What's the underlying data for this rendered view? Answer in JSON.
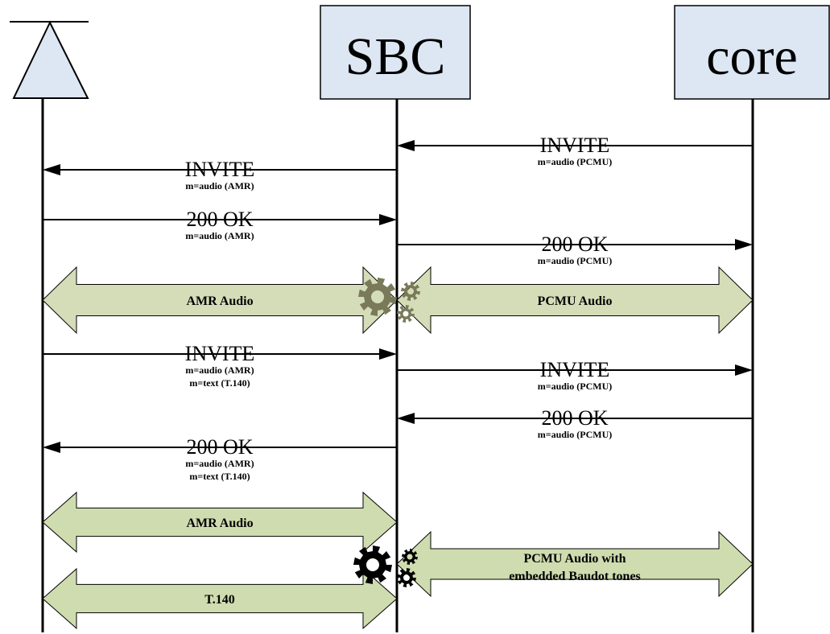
{
  "entities": {
    "ue_label": "",
    "sbc_label": "SBC",
    "core_label": "core"
  },
  "messages": [
    {
      "label": "INVITE",
      "sub1": "m=audio (PCMU)",
      "sub2": ""
    },
    {
      "label": "INVITE",
      "sub1": "m=audio (AMR)",
      "sub2": ""
    },
    {
      "label": "200 OK",
      "sub1": "m=audio (AMR)",
      "sub2": ""
    },
    {
      "label": "200 OK",
      "sub1": "m=audio (PCMU)",
      "sub2": ""
    },
    {
      "label": "INVITE",
      "sub1": "m=audio (AMR)",
      "sub2": "m=text (T.140)"
    },
    {
      "label": "INVITE",
      "sub1": "m=audio (PCMU)",
      "sub2": ""
    },
    {
      "label": "200 OK",
      "sub1": "m=audio (PCMU)",
      "sub2": ""
    },
    {
      "label": "200 OK",
      "sub1": "m=audio (AMR)",
      "sub2": "m=text (T.140)"
    }
  ],
  "streams": [
    {
      "line1": "AMR Audio",
      "line2": "",
      "color": "#d5ddb8"
    },
    {
      "line1": "PCMU Audio",
      "line2": "",
      "color": "#d5ddb8"
    },
    {
      "line1": "AMR Audio",
      "line2": "",
      "color": "#cfdcaf"
    },
    {
      "line1": "PCMU Audio with",
      "line2": "embedded Baudot tones",
      "color": "#cfdcaf"
    },
    {
      "line1": "T.140",
      "line2": "",
      "color": "#cfdcaf"
    }
  ],
  "transcoders": [
    {
      "icon": "gear-icon",
      "color": "#7a7a5a"
    },
    {
      "icon": "gear-icon",
      "color": "#000000"
    }
  ],
  "colors": {
    "box_fill": "#dde6f3",
    "line": "#000000"
  }
}
